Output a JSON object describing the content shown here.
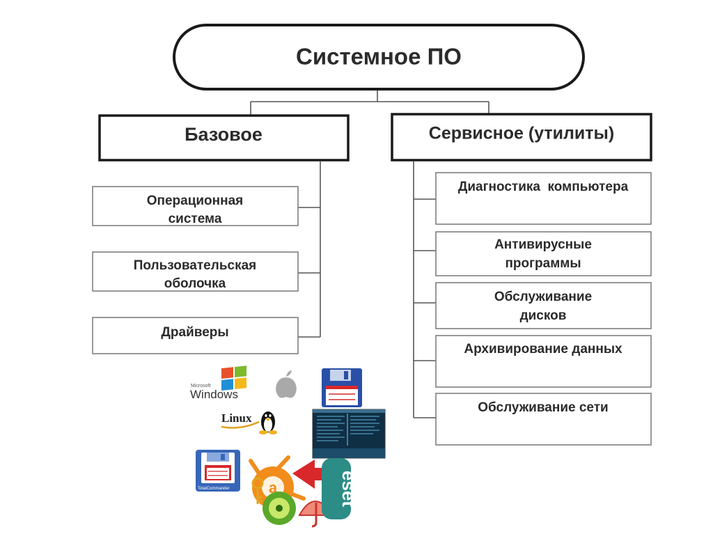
{
  "root": {
    "label": "Системное ПО"
  },
  "categories": {
    "base": {
      "label": "Базовое",
      "items": [
        {
          "lines": [
            "Операционная",
            "система"
          ]
        },
        {
          "lines": [
            "Пользовательская",
            "оболочка"
          ]
        },
        {
          "lines": [
            "Драйверы"
          ]
        }
      ]
    },
    "service": {
      "label": "Сервисное (утилиты)",
      "items": [
        {
          "lines": [
            "Диагностика  компьютера"
          ]
        },
        {
          "lines": [
            "Антивирусные",
            "программы"
          ]
        },
        {
          "lines": [
            "Обслуживание",
            "дисков"
          ]
        },
        {
          "lines": [
            "Архивирование данных"
          ]
        },
        {
          "lines": [
            "Обслуживание сети"
          ]
        }
      ]
    }
  },
  "logos": {
    "windows": {
      "brand": "Windows",
      "prefix": "Microsoft"
    },
    "linux": {
      "brand": "Linux"
    },
    "apple": {
      "icon": "apple-logo"
    },
    "floppy": {
      "icon": "floppy-disk-icon"
    },
    "terminal": {
      "icon": "terminal-screenshot"
    },
    "total_commander": {
      "brand": "TotalCommander"
    },
    "eset": {
      "brand": "eset"
    },
    "avast": {
      "icon": "avast-logo"
    },
    "winrar": {
      "icon": "archiver-icon"
    }
  },
  "colors": {
    "stroke": "#1a1a1a",
    "connector": "#555555",
    "text": "#2b2b2b",
    "win_red": "#e8502a",
    "win_green": "#7cba2b",
    "win_blue": "#1f8fd6",
    "win_yellow": "#f6b91b",
    "floppy_blue": "#2a4fa8",
    "floppy_red": "#d8282a",
    "tc_blue": "#3766b8",
    "eset_teal": "#2c8c86",
    "avast_orange": "#f28c1b",
    "terminal_bg": "#0f2f45"
  }
}
